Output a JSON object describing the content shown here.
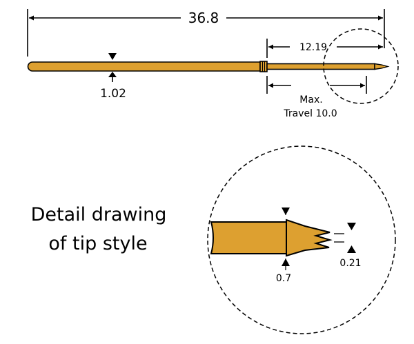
{
  "dimensions": {
    "overall_length": "36.8",
    "barrel_diameter": "1.02",
    "plunger_length": "12.19",
    "max_travel_line1": "Max.",
    "max_travel_line2": "Travel 10.0",
    "tip_diameter": "0.7",
    "tip_point": "0.21"
  },
  "caption": {
    "line1": "Detail drawing",
    "line2": "of tip style"
  },
  "colors": {
    "probe_fill": "#DDA030",
    "outline": "#000000"
  }
}
